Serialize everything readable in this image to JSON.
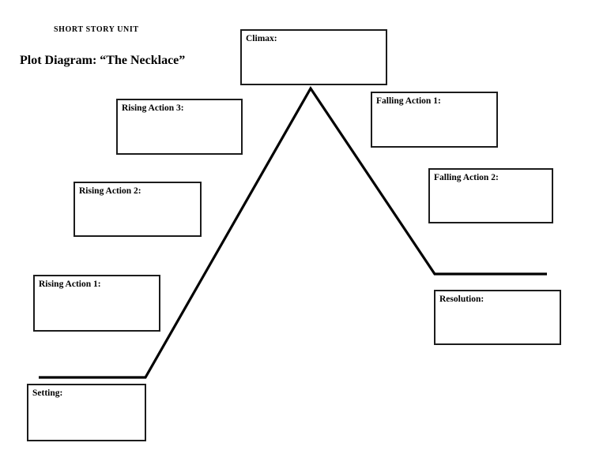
{
  "page": {
    "background": "#ffffff",
    "unit_label": "SHORT STORY UNIT",
    "title": "Plot Diagram: “The Necklace”"
  },
  "diagram": {
    "line_color": "#000000",
    "boxes": {
      "climax": {
        "label": "Climax:",
        "value": ""
      },
      "rising_action_3": {
        "label": "Rising Action 3:",
        "value": ""
      },
      "falling_action_1": {
        "label": "Falling Action 1:",
        "value": ""
      },
      "rising_action_2": {
        "label": "Rising Action 2:",
        "value": ""
      },
      "falling_action_2": {
        "label": "Falling Action 2:",
        "value": ""
      },
      "rising_action_1": {
        "label": "Rising Action 1:",
        "value": ""
      },
      "resolution": {
        "label": "Resolution:",
        "value": ""
      },
      "setting": {
        "label": "Setting:",
        "value": ""
      }
    }
  }
}
